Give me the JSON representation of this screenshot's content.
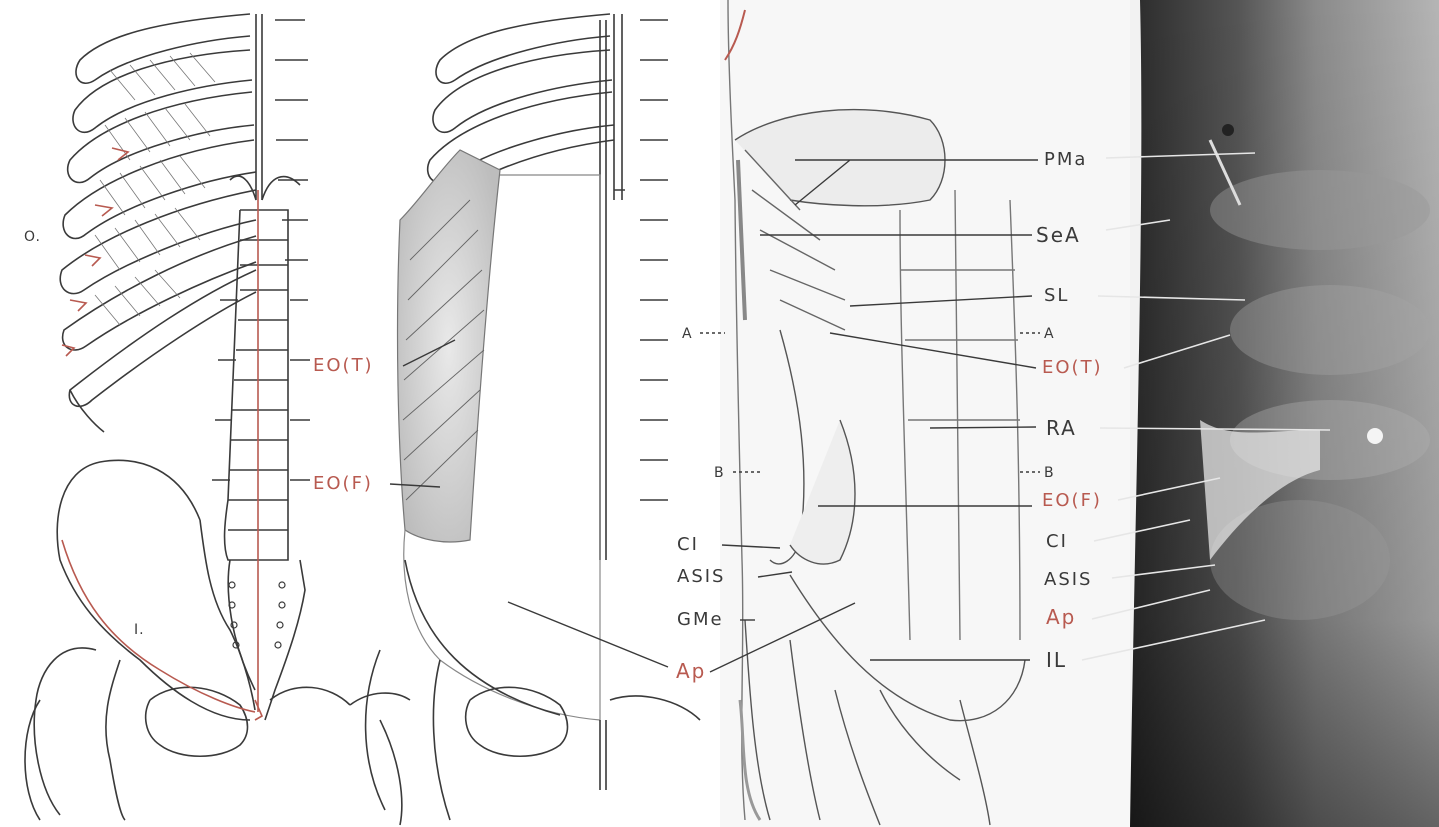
{
  "colors": {
    "ink": "#3a3a3a",
    "accent_red": "#b85a50",
    "photo_dark": "#2e2e2e",
    "photo_light": "#cfcfcf"
  },
  "panel1": {
    "label_o": "O.",
    "label_i": "I."
  },
  "panel2": {
    "label_eo_t": "EO(T)",
    "label_eo_f": "EO(F)",
    "label_ap": "Ap"
  },
  "panel3": {
    "left_labels": {
      "a": "A",
      "b": "B",
      "ci": "CI",
      "asis": "ASIS",
      "gme": "GMe"
    },
    "right_labels": {
      "pma": "PMa",
      "sea": "SeA",
      "sl": "SL",
      "a": "A",
      "eo_t": "EO(T)",
      "ra": "RA",
      "b": "B",
      "eo_f": "EO(F)",
      "ci": "CI",
      "asis": "ASIS",
      "ap": "Ap",
      "il": "IL"
    }
  }
}
